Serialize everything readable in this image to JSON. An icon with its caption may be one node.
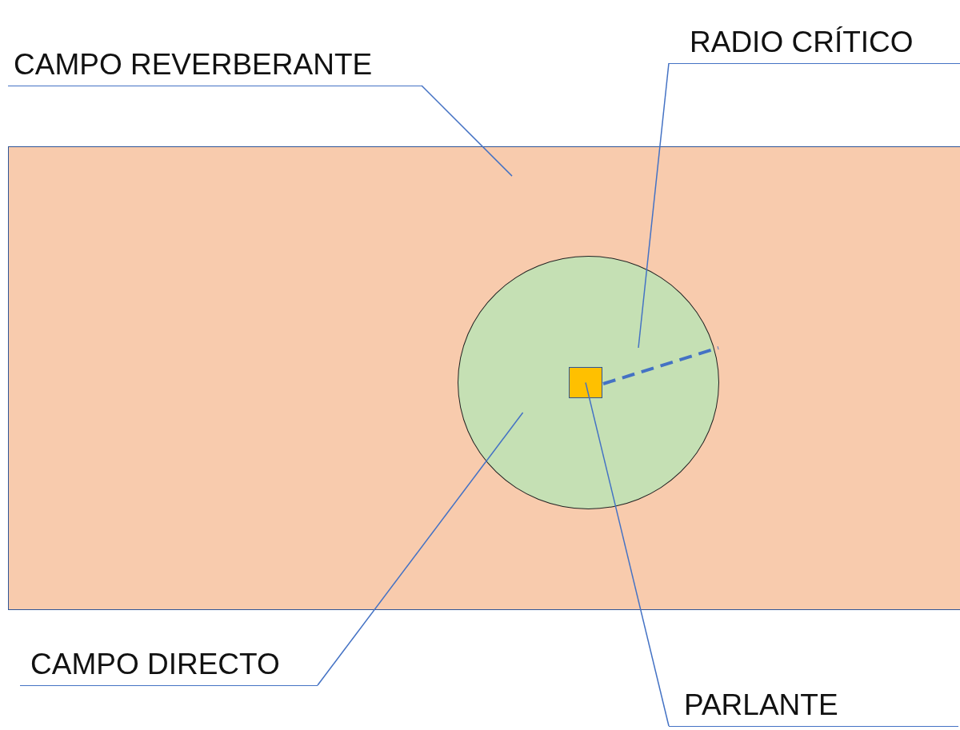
{
  "diagram": {
    "nodes": [
      {
        "text": [
          "CAMPO REVERBERANTE"
        ]
      },
      {
        "text": [
          "RADIO CRÍTICO"
        ]
      },
      {
        "text": [],
        "shape": "box"
      },
      {
        "text": [],
        "shape": "circle",
        "in": 2
      },
      {
        "text": [],
        "shape": "box",
        "in": 3
      },
      {
        "text": [
          "CAMPO DIRECTO"
        ]
      },
      {
        "text": [
          "PARLANTE"
        ]
      }
    ],
    "edges": [
      {
        "from": 0,
        "to": 2,
        "arrow": "none"
      },
      {
        "from": 1,
        "to": null,
        "arrow": "none"
      },
      {
        "from": 5,
        "to": 3,
        "arrow": "none"
      },
      {
        "from": 6,
        "to": 4,
        "arrow": "none"
      }
    ]
  }
}
